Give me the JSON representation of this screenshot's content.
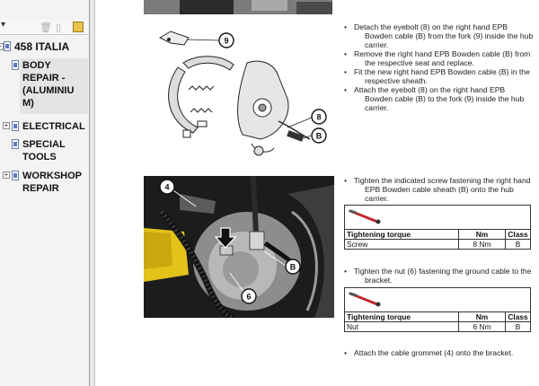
{
  "sidebar": {
    "toolbar": {
      "dropdown_icon": "dropdown-arrow",
      "delete_icon": "trash-icon",
      "page_icon": "page-icon",
      "bookmark_icon": "bookmark-icon"
    },
    "root": "458 ITALIA",
    "items": [
      {
        "label": "BODY REPAIR - (ALUMINIUM)",
        "lines": [
          "BODY",
          "REPAIR -",
          "(ALUMINIU",
          "M)"
        ],
        "selected": true,
        "expander": ""
      },
      {
        "label": "ELECTRICAL",
        "lines": [
          "ELECTRICAL"
        ],
        "expander": "+"
      },
      {
        "label": "SPECIAL TOOLS",
        "lines": [
          "SPECIAL",
          "TOOLS"
        ],
        "expander": ""
      },
      {
        "label": "WORKSHOP REPAIR",
        "lines": [
          "WORKSHOP",
          "REPAIR"
        ],
        "expander": "+"
      }
    ]
  },
  "figure1": {
    "callouts": [
      "9",
      "8",
      "B"
    ]
  },
  "figure2": {
    "callouts": [
      "4",
      "B",
      "6"
    ]
  },
  "section1": {
    "bullets": [
      {
        "first": "Detach the eyebolt (8) on the right hand EPB",
        "rest": "Bowden cable (B) from the fork (9) inside the hub carrier."
      },
      {
        "first": "Remove the right hand EPB Bowden cable (B) from",
        "rest": "the respective seat and replace."
      },
      {
        "first": "Fit the new right hand EPB Bowden cable (B) in the",
        "rest": "respective sheath."
      },
      {
        "first": "Attach the eyebolt (8) on the right hand EPB",
        "rest": "Bowden cable (B) to the fork (9) inside the hub carrier."
      }
    ]
  },
  "section2": {
    "bullet": {
      "first": "Tighten the indicated screw fastening the right hand",
      "rest": "EPB Bowden cable sheath (B) onto the hub carrier."
    },
    "table": {
      "headers": [
        "Tightening torque",
        "Nm",
        "Class"
      ],
      "row": [
        "Screw",
        "8 Nm",
        "B"
      ]
    }
  },
  "section3": {
    "bullet": {
      "first": "Tighten the nut (6) fastening the ground cable to the",
      "rest": "bracket."
    },
    "table": {
      "headers": [
        "Tightening torque",
        "Nm",
        "Class"
      ],
      "row": [
        "Nut",
        "6 Nm",
        "B"
      ]
    }
  },
  "section4": {
    "bullet": "Attach the cable grommet (4) onto the bracket."
  },
  "colors": {
    "photo_dark": "#1f1f1f",
    "photo_yellow": "#e3c21a",
    "tool_red": "#c0282b"
  }
}
